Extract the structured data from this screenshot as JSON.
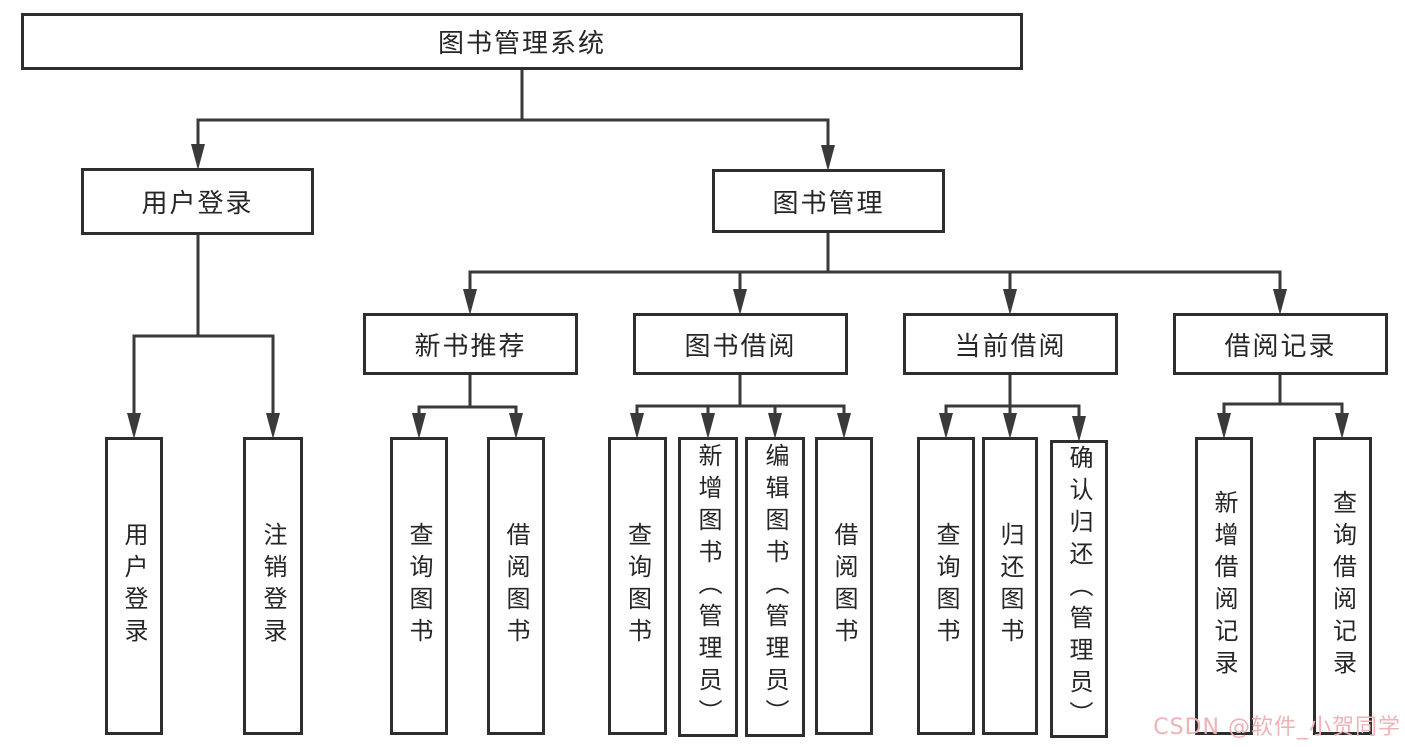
{
  "diagram": {
    "root": {
      "label": "图书管理系统"
    },
    "branches": {
      "user_login": {
        "label": "用户登录",
        "children": [
          {
            "label": "用户登录"
          },
          {
            "label": "注销登录"
          }
        ]
      },
      "book_mgmt": {
        "label": "图书管理",
        "children": [
          {
            "label": "新书推荐",
            "children": [
              {
                "label": "查询图书"
              },
              {
                "label": "借阅图书"
              }
            ]
          },
          {
            "label": "图书借阅",
            "children": [
              {
                "label": "查询图书"
              },
              {
                "label": "新增图书（管理员）"
              },
              {
                "label": "编辑图书（管理员）"
              },
              {
                "label": "借阅图书"
              }
            ]
          },
          {
            "label": "当前借阅",
            "children": [
              {
                "label": "查询图书"
              },
              {
                "label": "归还图书"
              },
              {
                "label": "确认归还（管理员）"
              }
            ]
          },
          {
            "label": "借阅记录",
            "children": [
              {
                "label": "新增借阅记录"
              },
              {
                "label": "查询借阅记录"
              }
            ]
          }
        ]
      }
    }
  },
  "watermark": {
    "text": "CSDN @软件_小贺同学",
    "color": "#f0b2b4"
  },
  "colors": {
    "line": "#3a3a3a",
    "border": "#2e2e2e",
    "text": "#262626",
    "background": "#ffffff",
    "box_fill": "#ffffff"
  }
}
